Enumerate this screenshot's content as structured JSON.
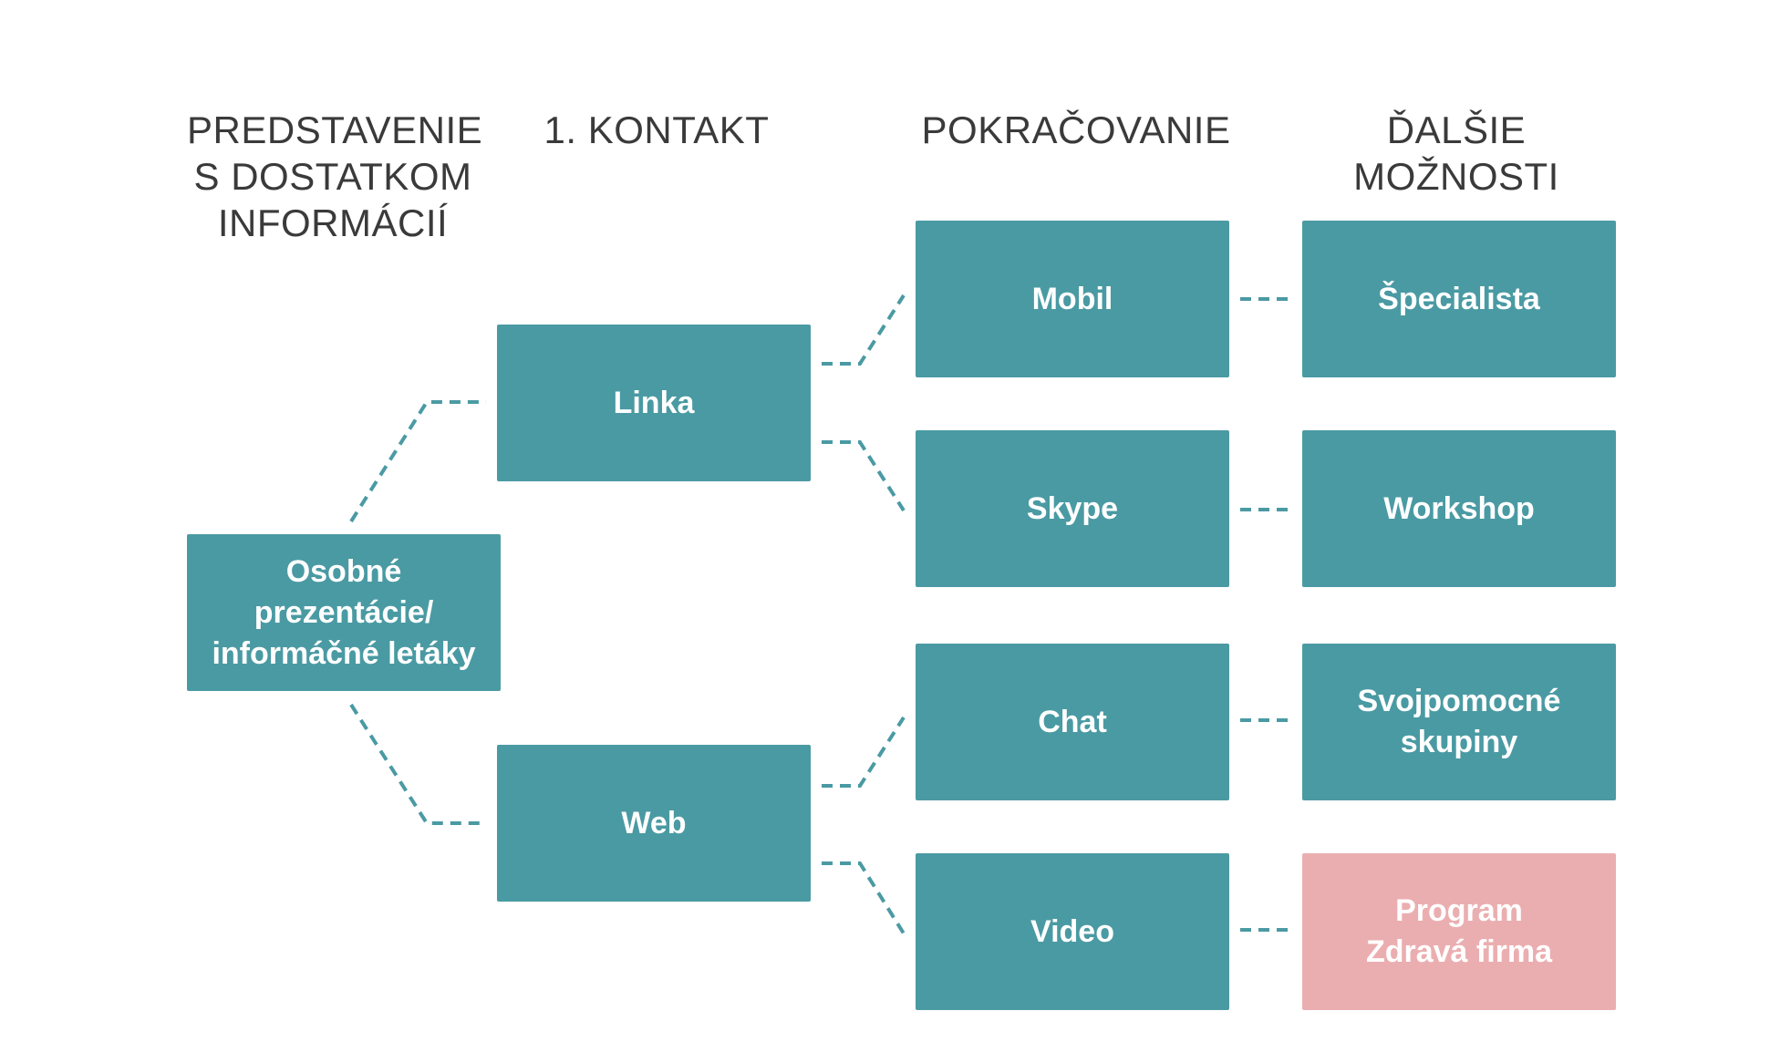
{
  "headers": {
    "col1": "PREDSTAVENIE\nS DOSTATKOM\nINFORMÁCIÍ",
    "col2": "1. KONTAKT",
    "col3": "POKRAČOVANIE",
    "col4": "ĎALŠIE\nMOŽNOSTI"
  },
  "nodes": {
    "osobne": "Osobné\nprezentácie/\ninformáčné letáky",
    "linka": "Linka",
    "web": "Web",
    "mobil": "Mobil",
    "skype": "Skype",
    "chat": "Chat",
    "video": "Video",
    "specialista": "Špecialista",
    "workshop": "Workshop",
    "svojpomocne": "Svojpomocné\nskupiny",
    "program": "Program\nZdravá firma"
  },
  "colors": {
    "teal": "#4a9aa3",
    "pink": "#ebaeb0",
    "heading_text": "#3a3a3a"
  }
}
